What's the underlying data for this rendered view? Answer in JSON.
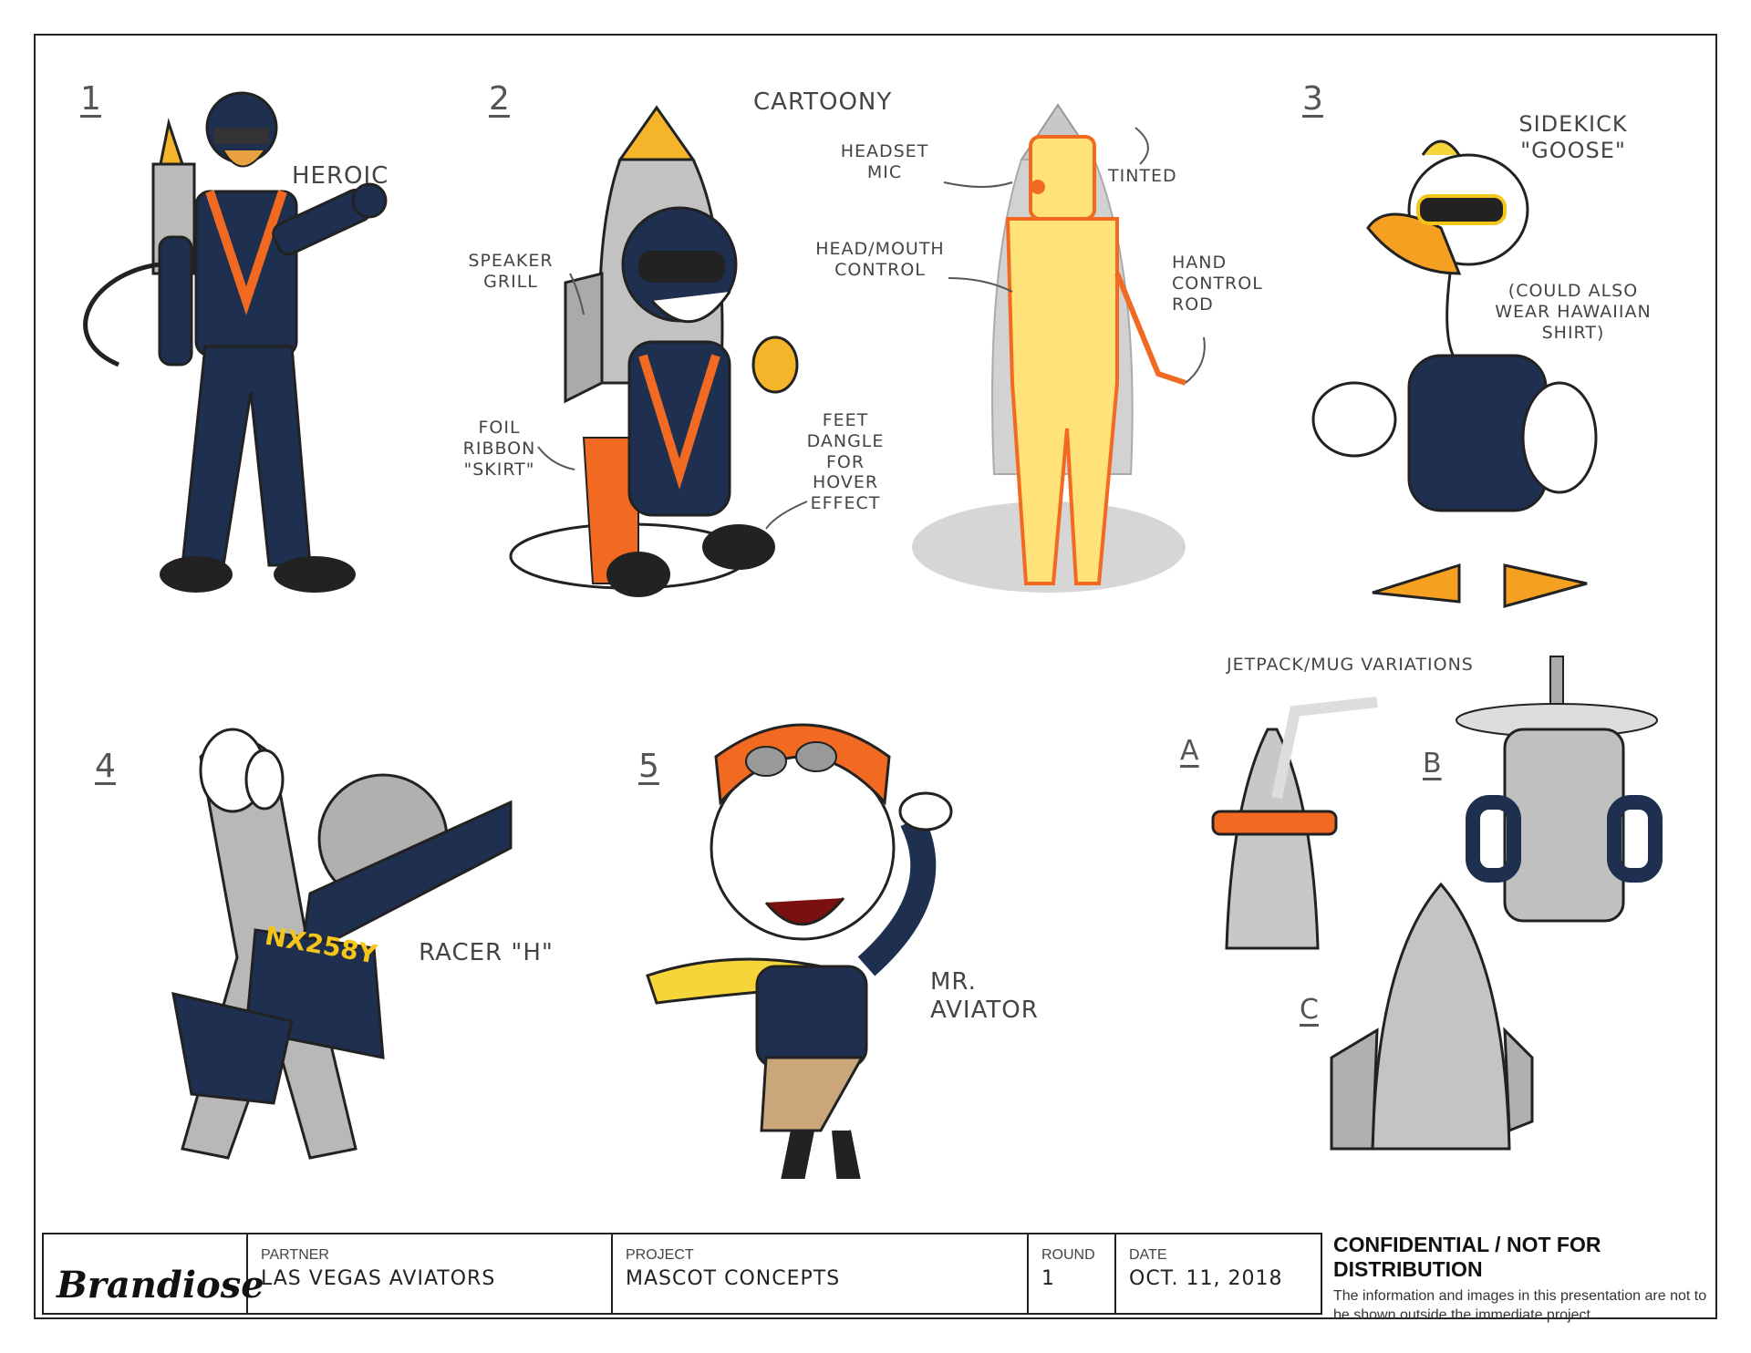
{
  "concepts": {
    "c1": {
      "number": "1",
      "label": "HEROIC"
    },
    "c2": {
      "number": "2",
      "label": "CARTOONY",
      "notes": {
        "speaker": "SPEAKER GRILL",
        "foil": "FOIL RIBBON \"SKIRT\"",
        "feet": "FEET DANGLE FOR HOVER EFFECT",
        "headset": "HEADSET MIC",
        "tinted": "TINTED",
        "headmouth": "HEAD/MOUTH CONTROL",
        "hand": "HAND CONTROL ROD"
      }
    },
    "c3": {
      "number": "3",
      "label": "SIDEKICK \"GOOSE\"",
      "note": "(COULD ALSO WEAR HAWAIIAN SHIRT)"
    },
    "c4": {
      "number": "4",
      "label": "RACER \"H\"",
      "tail_number": "NX258Y"
    },
    "c5": {
      "number": "5",
      "label": "MR. AVIATOR"
    },
    "variations": {
      "title": "JETPACK/MUG VARIATIONS",
      "a": "A",
      "b": "B",
      "c": "C"
    }
  },
  "titleblock": {
    "logo": "Brandiose",
    "partner_label": "PARTNER",
    "partner_value": "LAS VEGAS AVIATORS",
    "project_label": "PROJECT",
    "project_value": "MASCOT CONCEPTS",
    "round_label": "ROUND",
    "round_value": "1",
    "date_label": "DATE",
    "date_value": "OCT. 11, 2018"
  },
  "confidential": {
    "title": "CONFIDENTIAL / NOT FOR DISTRIBUTION",
    "body": "The information and images in this presentation are not to be shown outside the immediate project."
  },
  "colors": {
    "navy": "#1e2f4f",
    "orange": "#f26a21",
    "yellow": "#f5c518",
    "gray": "#b8b8b8"
  }
}
